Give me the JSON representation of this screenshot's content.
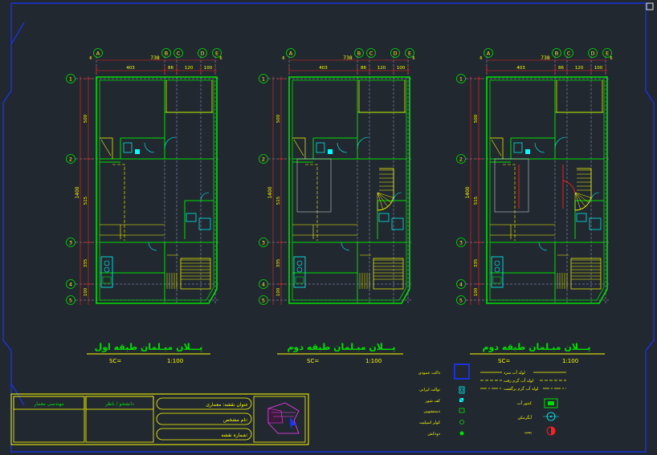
{
  "colors": {
    "background": "#212830",
    "frame": "#1a35ff",
    "wall": "#00e000",
    "dim": "#ff2020",
    "text": "#ffff00",
    "grid": "#c9c9ff",
    "fixture": "#00ffff",
    "white": "#e6e6e6"
  },
  "grid_letters": [
    "A",
    "B",
    "C",
    "D",
    "E"
  ],
  "grid_numbers": [
    "1",
    "2",
    "3",
    "4",
    "5"
  ],
  "top_dims": {
    "total": "738",
    "segments": [
      "403",
      "86",
      "120",
      "100"
    ],
    "edge": "6"
  },
  "plans": [
    {
      "side_total": "1400",
      "side_segments": [
        "500",
        "515",
        "335",
        "100"
      ],
      "title": "پـــلان مبـلمان طبقه اول",
      "scale_left": "SC=",
      "scale_right": "1:100"
    },
    {
      "side_total": "1400",
      "side_segments": [
        "500",
        "515",
        "335",
        "100"
      ],
      "title": "پـــلان مبـلمان طبقه دوم",
      "scale_left": "SC=",
      "scale_right": "1:100"
    },
    {
      "side_total": "1400",
      "side_segments": [
        "500",
        "515",
        "335",
        "100"
      ],
      "title": "پـــلان مبـلمان طبقه دوم",
      "scale_left": "SC=",
      "scale_right": "1:100"
    }
  ],
  "legend_left": [
    {
      "label": "داکت عمودی",
      "icon": "square-icon"
    },
    {
      "label": "توالت ایرانی",
      "icon": "toilet-icon"
    },
    {
      "label": "کف شور",
      "icon": "floor-drain-icon"
    },
    {
      "label": "دستشویی",
      "icon": "basin-icon"
    },
    {
      "label": "کولر اسپلیت",
      "icon": "circle-icon"
    },
    {
      "label": "دودکش",
      "icon": "dot-icon"
    }
  ],
  "legend_lines": [
    {
      "label": "لوله آب سرد"
    },
    {
      "label": "لوله آب گرم رفت"
    },
    {
      "label": "لوله آب گرم برگشت"
    }
  ],
  "legend_right": [
    {
      "label": "کنتور آب",
      "icon": "meter-icon"
    },
    {
      "label": "آبگرمکن",
      "icon": "heater-icon"
    },
    {
      "label": "پمپ",
      "icon": "pump-icon"
    }
  ],
  "title_block": {
    "box1": "مهندسی معمار",
    "box2": "دانشجو / ناظر",
    "field1": "عنوان نقشه:    معماری",
    "field2": "نام مشخص:",
    "field3": "شماره نقشه:"
  }
}
